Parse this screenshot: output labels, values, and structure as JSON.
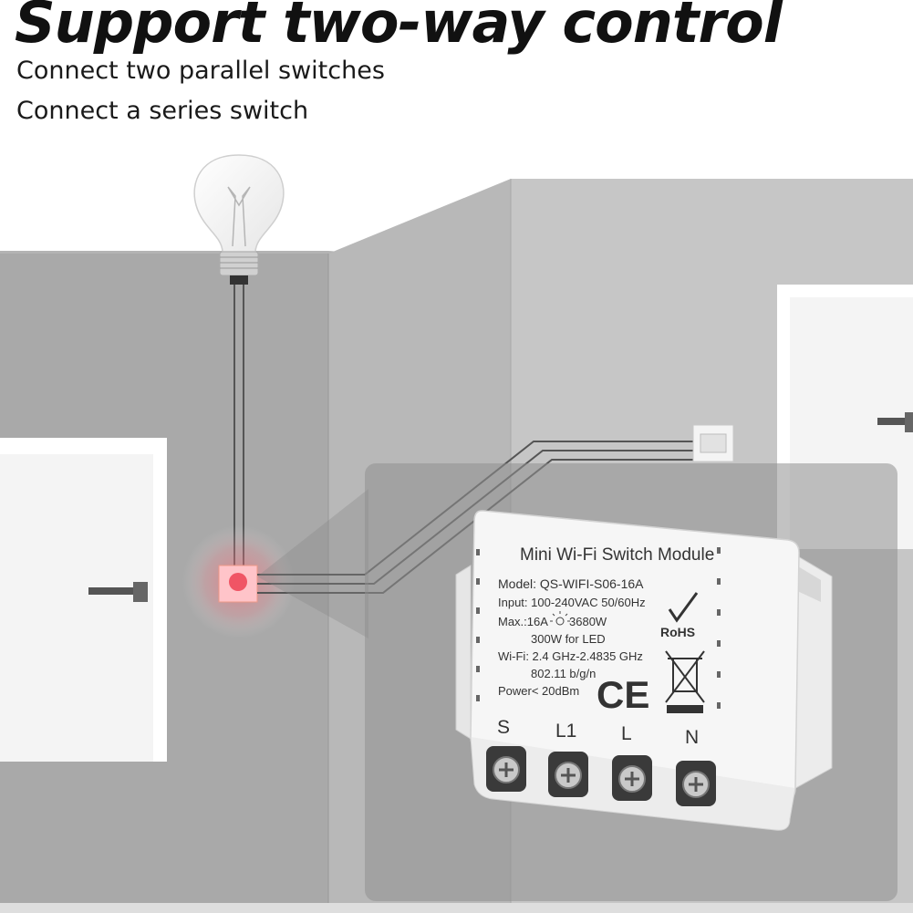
{
  "title": "Support two-way control",
  "features": [
    "Connect two parallel switches",
    "Connect a series switch"
  ],
  "module": {
    "name": "Mini Wi-Fi Switch Module",
    "model": "Model: QS-WIFI-S06-16A",
    "input": "Input: 100-240VAC 50/60Hz",
    "max": "Max.:16A",
    "max_power": "3680W",
    "led": "300W for LED",
    "wifi": "Wi-Fi: 2.4 GHz-2.4835 GHz",
    "wifi_std": "802.11 b/g/n",
    "power": "Power< 20dBm",
    "rohs": "RoHS",
    "ce": "CE",
    "terminals": [
      "S",
      "L1",
      "L",
      "N"
    ]
  },
  "colors": {
    "wall_left": "#ababab",
    "wall_right": "#c4c4c4",
    "indicator": "#f06070"
  }
}
